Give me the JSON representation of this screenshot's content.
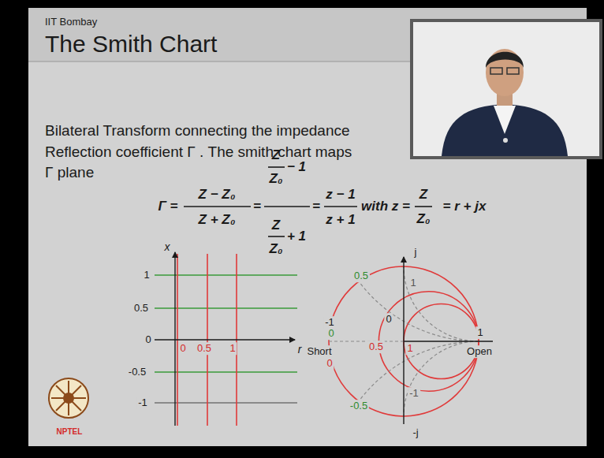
{
  "diagram": {
    "title": "The Smith Chart",
    "labels": [
      "IIT Bombay",
      "Bilateral Transform connecting the impedance",
      "Reflection coefficient Γ . The smith chart maps",
      "Γ plane",
      "Γ =",
      "Z − Z₀",
      "Z + Z₀",
      "=",
      "Z",
      "Z₀",
      "− 1",
      "Z",
      "Z₀",
      "+ 1",
      "=",
      "z − 1",
      "z + 1",
      "with z =",
      "Z",
      "Z₀",
      "= r + jx",
      "x",
      "1",
      "0.5",
      "0",
      "-0.5",
      "-1",
      "0",
      "0.5",
      "1",
      "r",
      "j",
      "0.5",
      "1",
      "0",
      "-1",
      "0",
      "Short",
      "0.5",
      "1",
      "1",
      "Open",
      "0",
      "-0.5",
      "-1",
      "-j",
      "NPTEL"
    ]
  }
}
